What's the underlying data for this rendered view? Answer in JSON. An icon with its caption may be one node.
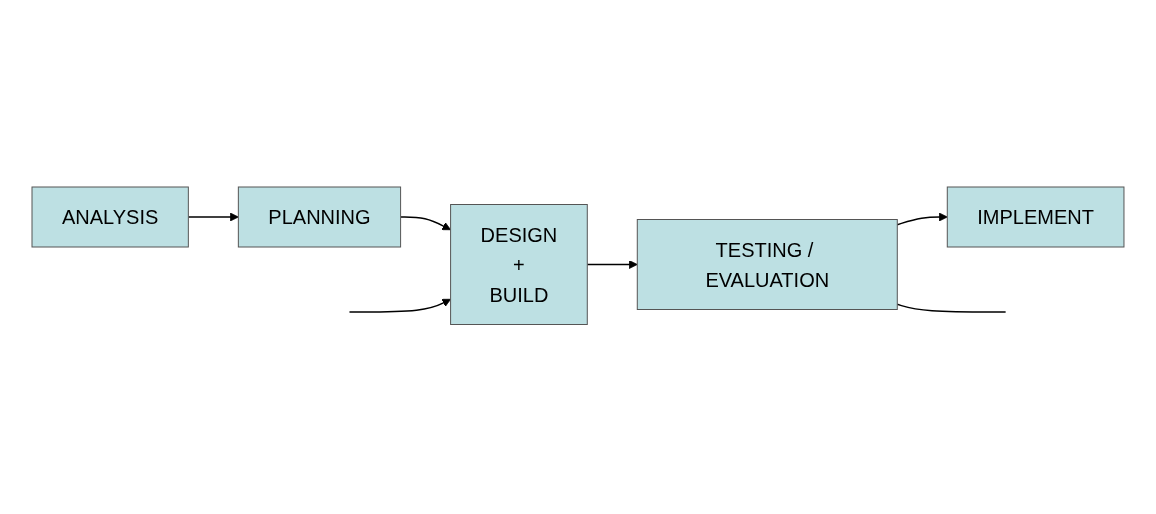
{
  "diagram": {
    "nodes": [
      {
        "text": [
          "ANALYSIS"
        ]
      },
      {
        "text": [
          "PLANNING"
        ]
      },
      {
        "text": [
          "DESIGN",
          "+",
          "BUILD"
        ]
      },
      {
        "text": [
          "TESTING / EVALUATION"
        ]
      },
      {
        "text": [
          "IMPLEMENT"
        ]
      }
    ],
    "edges": [
      {
        "from": 0,
        "to": 1,
        "arrow": "to"
      },
      {
        "from": 1,
        "to": 2,
        "arrow": "to"
      },
      {
        "from": 2,
        "to": 3,
        "arrow": "to"
      },
      {
        "from": 3,
        "to": 4,
        "arrow": "to"
      },
      {
        "from": 3,
        "to": null,
        "arrow": "none"
      },
      {
        "from": null,
        "to": 2,
        "arrow": "to"
      }
    ]
  }
}
